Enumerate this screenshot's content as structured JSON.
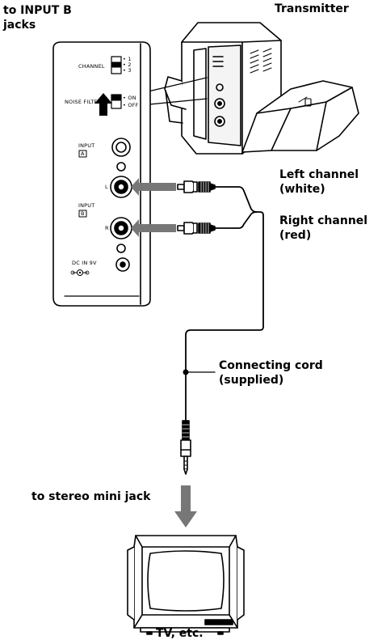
{
  "labels": {
    "to_input_b": "to INPUT B\njacks",
    "transmitter": "Transmitter",
    "left_channel": "Left channel\n(white)",
    "right_channel": "Right channel\n(red)",
    "connecting_cord": "Connecting cord\n(supplied)",
    "to_mini_jack": "to stereo mini jack",
    "tv": "TV, etc."
  },
  "panel": {
    "channel": "CHANNEL",
    "channel_positions": [
      "1",
      "2",
      "3"
    ],
    "noise_filter": "NOISE FILTER",
    "nf_on": "ON",
    "nf_off": "OFF",
    "input_a": "INPUT",
    "input_a_box": "A",
    "jack_l": "L",
    "input_b": "INPUT",
    "input_b_box": "B",
    "jack_r": "R",
    "dc_in": "DC IN 9V"
  }
}
